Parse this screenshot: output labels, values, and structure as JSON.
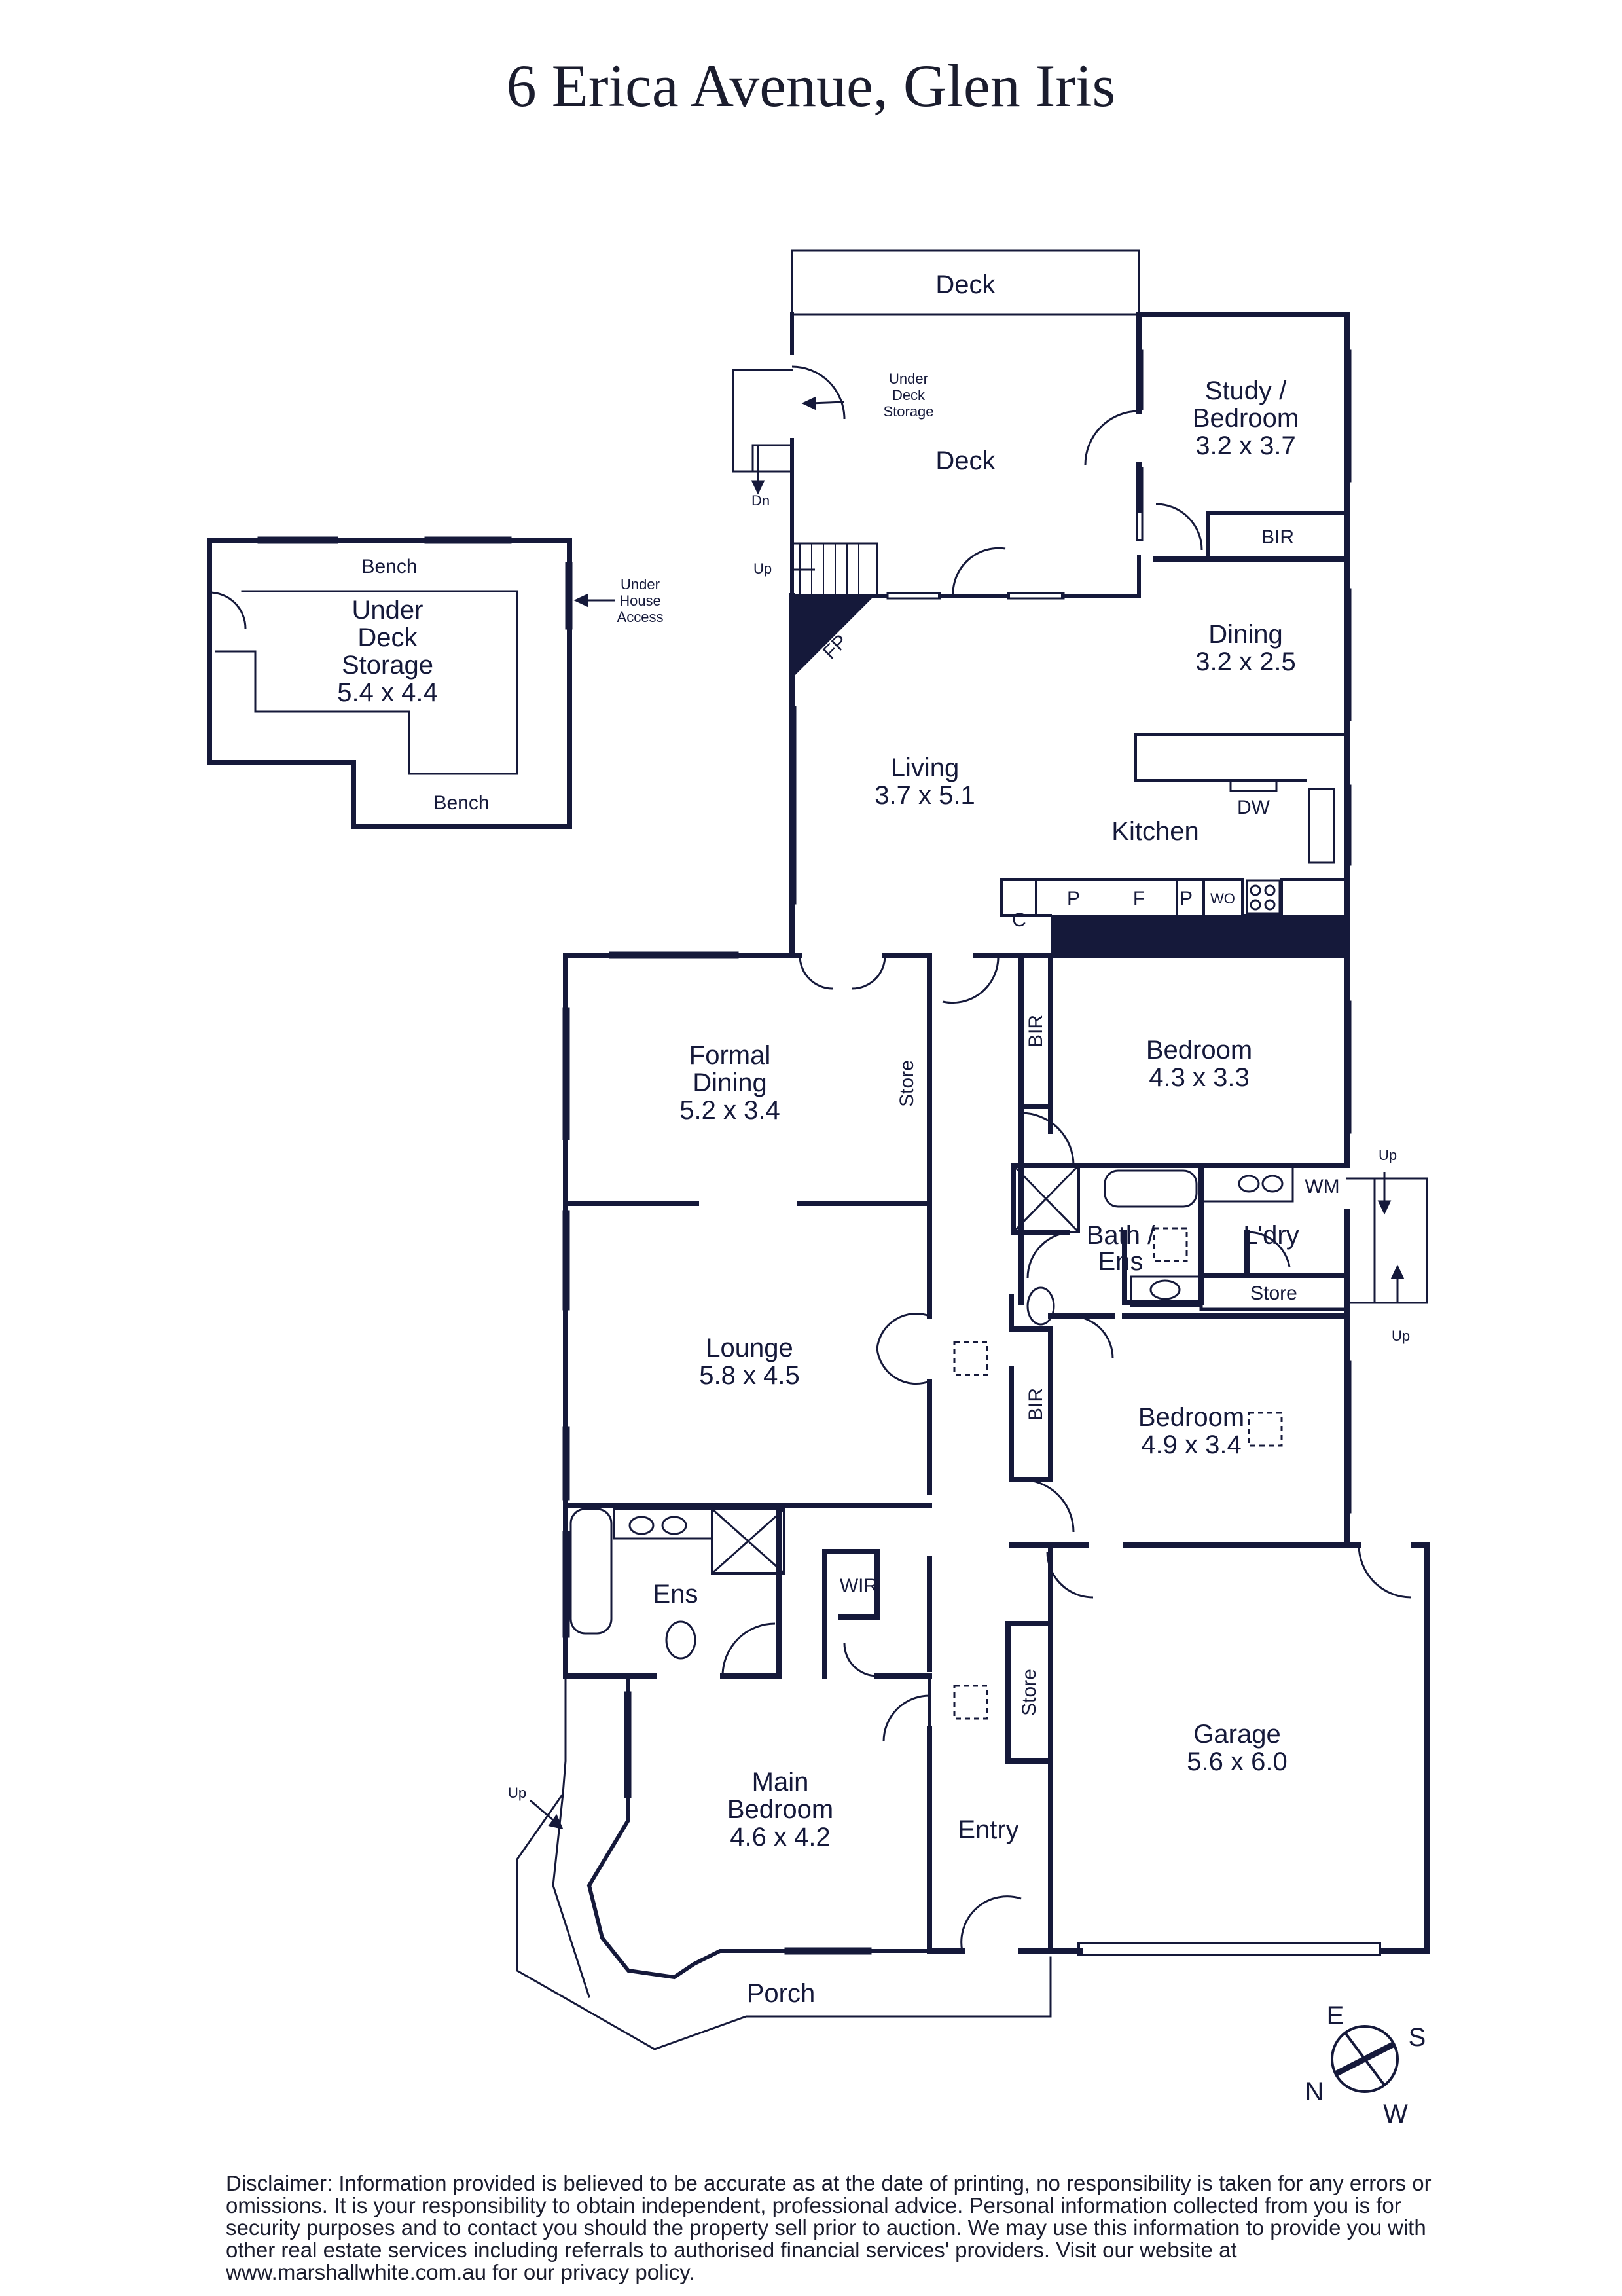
{
  "title": "6 Erica Avenue, Glen Iris",
  "rooms": {
    "deck_top": "Deck",
    "deck_main": "Deck",
    "under_deck_storage_small": [
      "Under",
      "Deck",
      "Storage"
    ],
    "study": {
      "name": [
        "Study /",
        "Bedroom"
      ],
      "dims": "3.2 x 3.7"
    },
    "bir_study": "BIR",
    "dining": {
      "name": "Dining",
      "dims": "3.2 x 2.5"
    },
    "living": {
      "name": "Living",
      "dims": "3.7 x 5.1"
    },
    "kitchen": "Kitchen",
    "dw": "DW",
    "fp": "FP",
    "c": "C",
    "p1": "P",
    "f": "F",
    "p2": "P",
    "wo": "WO",
    "formal_dining": {
      "name": [
        "Formal",
        "Dining"
      ],
      "dims": "5.2 x 3.4"
    },
    "store_hall": "Store",
    "bir_bed1": "BIR",
    "bedroom1": {
      "name": "Bedroom",
      "dims": "4.3 x 3.3"
    },
    "bath_ens": [
      "Bath /",
      "Ens"
    ],
    "wm": "WM",
    "laundry": "L'dry",
    "store_laundry": "Store",
    "lounge": {
      "name": "Lounge",
      "dims": "5.8 x 4.5"
    },
    "bir_bed2": "BIR",
    "bedroom2": {
      "name": "Bedroom",
      "dims": "4.9 x 3.4"
    },
    "ens": "Ens",
    "wir": "WIR",
    "store_entry": "Store",
    "main_bedroom": {
      "name": [
        "Main",
        "Bedroom"
      ],
      "dims": "4.6 x 4.2"
    },
    "entry": "Entry",
    "garage": {
      "name": "Garage",
      "dims": "5.6 x 6.0"
    },
    "porch": "Porch",
    "under_deck_storage": {
      "name": [
        "Under",
        "Deck",
        "Storage"
      ],
      "dims": "5.4 x 4.4"
    },
    "bench_top": "Bench",
    "bench_bottom": "Bench",
    "under_house_access": [
      "Under",
      "House",
      "Access"
    ]
  },
  "stairs": {
    "dn": "Dn",
    "up_deck": "Up",
    "up_laundry_top": "Up",
    "up_laundry_bottom": "Up",
    "up_porch": "Up"
  },
  "compass": {
    "e": "E",
    "s": "S",
    "n": "N",
    "w": "W"
  },
  "disclaimer": "Disclaimer: Information provided is believed to be accurate as at the date of printing, no responsibility is taken for any errors or omissions. It is your responsibility to obtain independent, professional advice. Personal information collected from you is for security purposes and to contact you should the property sell prior to auction. We may use this information to provide you with other real estate services including referrals to authorised financial services' providers. Visit our website at www.marshallwhite.com.au for our privacy policy.",
  "colors": {
    "wall": "#15193a",
    "background": "#ffffff"
  }
}
